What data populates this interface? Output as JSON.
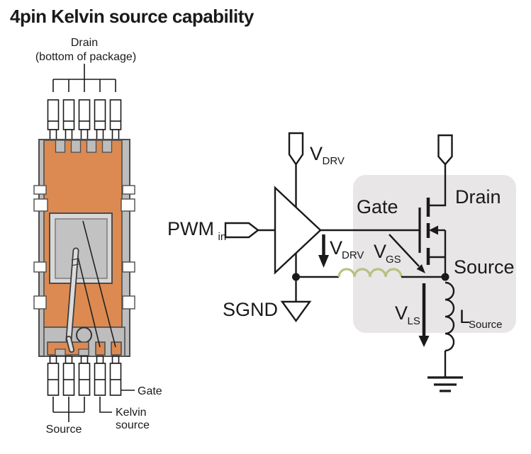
{
  "title": "4pin Kelvin source capability",
  "colors": {
    "copper": "#dc8a51",
    "case_gray": "#bdbdbd",
    "die_gray": "#c2c2c2",
    "pad_frame_gray": "#d8d8d8",
    "circuit_shade": "#e8e6e6",
    "coil_olive": "#b8c183",
    "ink": "#1a1a1a"
  },
  "package": {
    "top_label_line1": "Drain",
    "top_label_line2": "(bottom of package)",
    "pin_labels": {
      "gate": "Gate",
      "kelvin_line1": "Kelvin",
      "kelvin_line2": "source",
      "source": "Source"
    }
  },
  "circuit": {
    "input": {
      "main": "PWM",
      "sub": "in"
    },
    "supply": {
      "main": "V",
      "sub": "DRV"
    },
    "driver_out": {
      "main": "V",
      "sub": "DRV"
    },
    "sgnd": "SGND",
    "mosfet": {
      "gate": "Gate",
      "drain": "Drain",
      "source": "Source"
    },
    "vgs": {
      "main": "V",
      "sub": "GS"
    },
    "vls": {
      "main": "V",
      "sub": "LS"
    },
    "lsource": {
      "main": "L",
      "sub": "Source"
    }
  }
}
